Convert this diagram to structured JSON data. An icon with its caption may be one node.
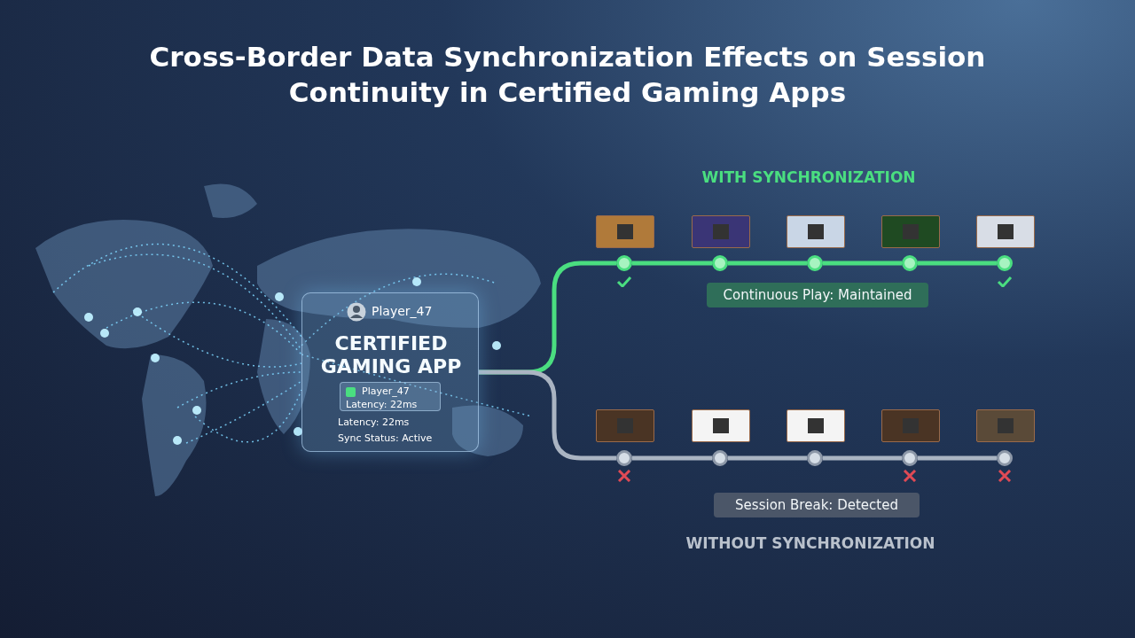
{
  "diagram": {
    "title": "Cross-Border Data Synchronization Effects on Session Continuity in Certified Gaming Apps",
    "nodes": [
      {
        "text": [
          "Player_47",
          "CERTIFIED GAMING APP",
          "Latency: 22ms",
          "Sync Status: Active"
        ]
      },
      {
        "text": [
          "Player_47",
          "Latency: 22ms"
        ],
        "in": 0
      },
      {
        "text": [],
        "shape": "circle"
      },
      {
        "text": [],
        "shape": "circle"
      },
      {
        "text": [],
        "shape": "circle"
      },
      {
        "text": [],
        "shape": "circle"
      },
      {
        "text": [],
        "shape": "circle"
      },
      {
        "text": [],
        "shape": "circle"
      },
      {
        "text": [],
        "shape": "circle"
      },
      {
        "text": [],
        "shape": "circle"
      },
      {
        "text": [],
        "shape": "circle"
      },
      {
        "text": [],
        "shape": "circle"
      },
      {
        "text": [
          "Continuous Play: Maintained"
        ]
      },
      {
        "text": [
          "Session Break: Detected"
        ]
      }
    ],
    "edges": [
      {
        "from": 0,
        "to": 2,
        "arrow": "none",
        "color": "#4ade80"
      },
      {
        "from": 2,
        "to": 3,
        "arrow": "none",
        "color": "#4ade80"
      },
      {
        "from": 3,
        "to": 4,
        "arrow": "none",
        "color": "#4ade80"
      },
      {
        "from": 4,
        "to": 5,
        "arrow": "none",
        "color": "#4ade80"
      },
      {
        "from": 5,
        "to": 6,
        "arrow": "none",
        "color": "#4ade80"
      },
      {
        "from": 0,
        "to": 7,
        "arrow": "none",
        "color": "#aab4c2"
      },
      {
        "from": 7,
        "to": 8,
        "arrow": "none",
        "color": "#aab4c2"
      },
      {
        "from": 8,
        "to": 9,
        "arrow": "none",
        "color": "#aab4c2"
      },
      {
        "from": 9,
        "to": 10,
        "arrow": "none",
        "color": "#aab4c2"
      },
      {
        "from": 10,
        "to": 11,
        "arrow": "none",
        "color": "#aab4c2"
      }
    ],
    "labels": [
      "WITH SYNCHRONIZATION",
      "WITHOUT SYNCHRONIZATION"
    ]
  }
}
